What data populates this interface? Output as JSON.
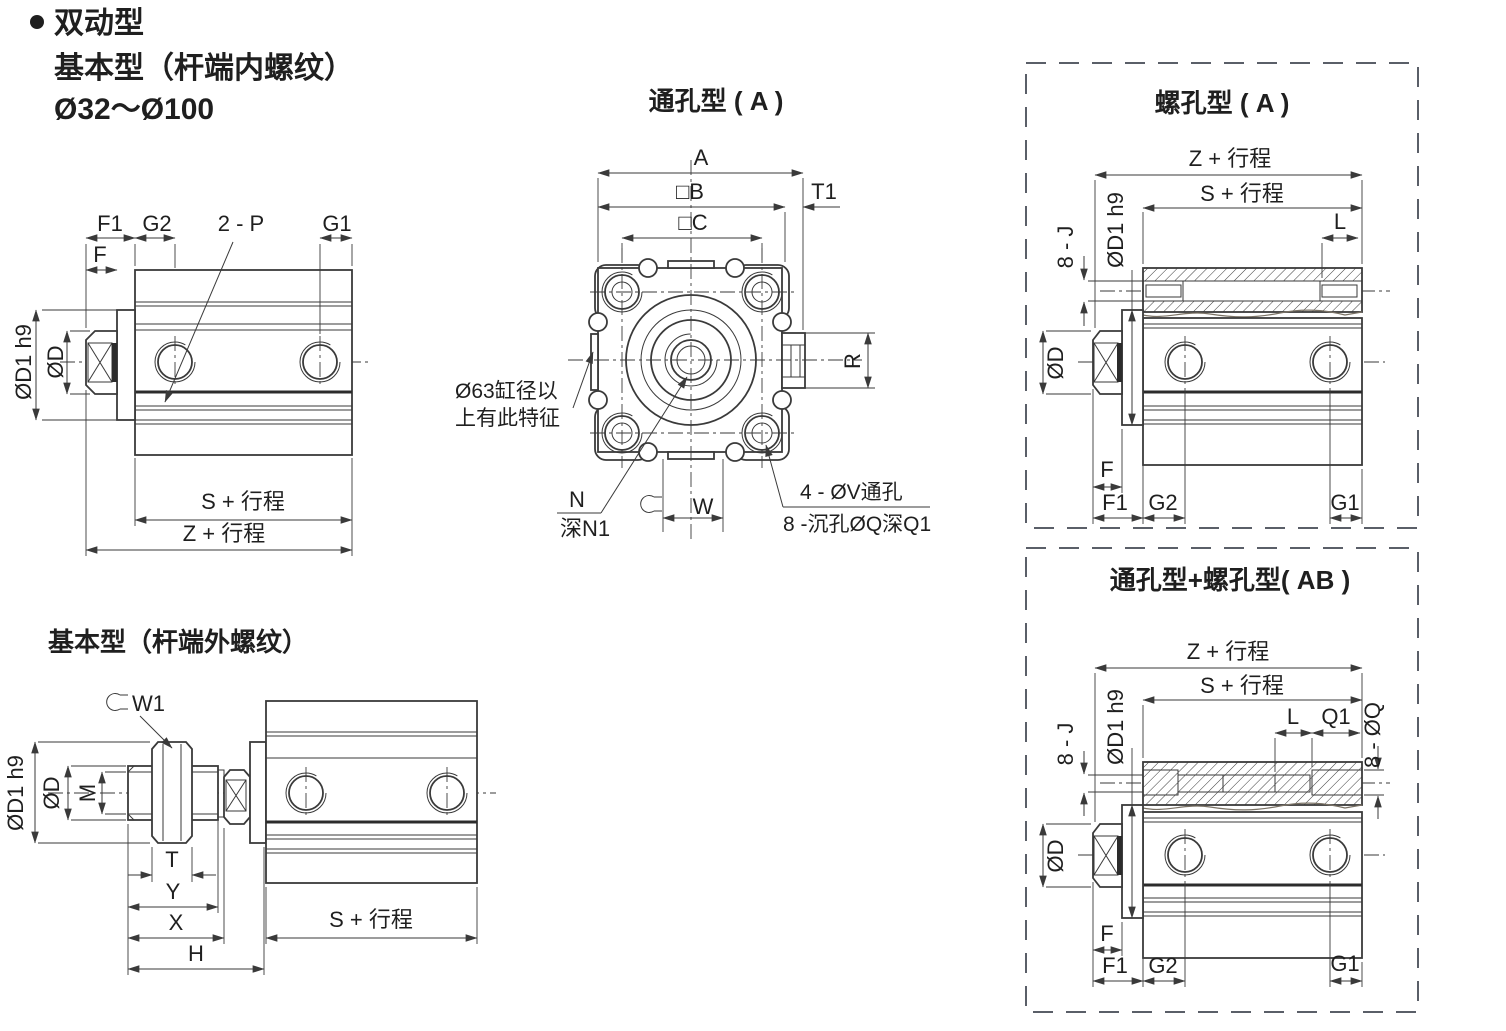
{
  "page": {
    "heading": {
      "bullet": "●",
      "line1": "双动型",
      "line2": "基本型（杆端内螺纹）",
      "line3": "Ø32～Ø100"
    },
    "colors": {
      "line": "#3a3a3a",
      "heavy_line": "#2c2c2c",
      "dashed_border": "#5a5f68",
      "break_line": "#7a7265",
      "text": "#1f1f1f",
      "background": "#ffffff"
    }
  },
  "views": {
    "basic_internal": {
      "labels": {
        "F1": "F1",
        "G2": "G2",
        "P2": "2 - P",
        "G1": "G1",
        "F": "F",
        "OD1": "ØD1 h9",
        "OD": "ØD",
        "S": "S + 行程",
        "Z": "Z + 行程"
      }
    },
    "through_hole": {
      "title": "通孔型 ( A )",
      "labels": {
        "A": "A",
        "B": "□B",
        "C": "□C",
        "T1": "T1",
        "R": "R",
        "W": "W",
        "N": "N",
        "N1": "深N1"
      },
      "notes": {
        "bore_feature_1": "Ø63缸径以",
        "bore_feature_2": "上有此特征",
        "through_holes": "4 - ØV通孔",
        "counterbore": "8 -沉孔ØQ深Q1"
      }
    },
    "screw_hole": {
      "title": "螺孔型 ( A )",
      "labels": {
        "Z": "Z + 行程",
        "S": "S + 行程",
        "L": "L",
        "J": "8 - J",
        "OD1": "ØD1 h9",
        "OD": "ØD",
        "F": "F",
        "F1": "F1",
        "G2": "G2",
        "G1": "G1"
      }
    },
    "basic_external": {
      "title": "基本型（杆端外螺纹）",
      "labels": {
        "W1": "W1",
        "OD1": "ØD1 h9",
        "OD": "ØD",
        "M": "M",
        "T": "T",
        "Y": "Y",
        "X": "X",
        "H": "H",
        "S": "S + 行程"
      }
    },
    "combined": {
      "title": "通孔型+螺孔型( AB )",
      "labels": {
        "Z": "Z + 行程",
        "S": "S + 行程",
        "L": "L",
        "Q1": "Q1",
        "OQ": "8 - ØQ",
        "J": "8 - J",
        "OD1": "ØD1 h9",
        "OD": "ØD",
        "F": "F",
        "F1": "F1",
        "G2": "G2",
        "G1": "G1"
      }
    }
  }
}
